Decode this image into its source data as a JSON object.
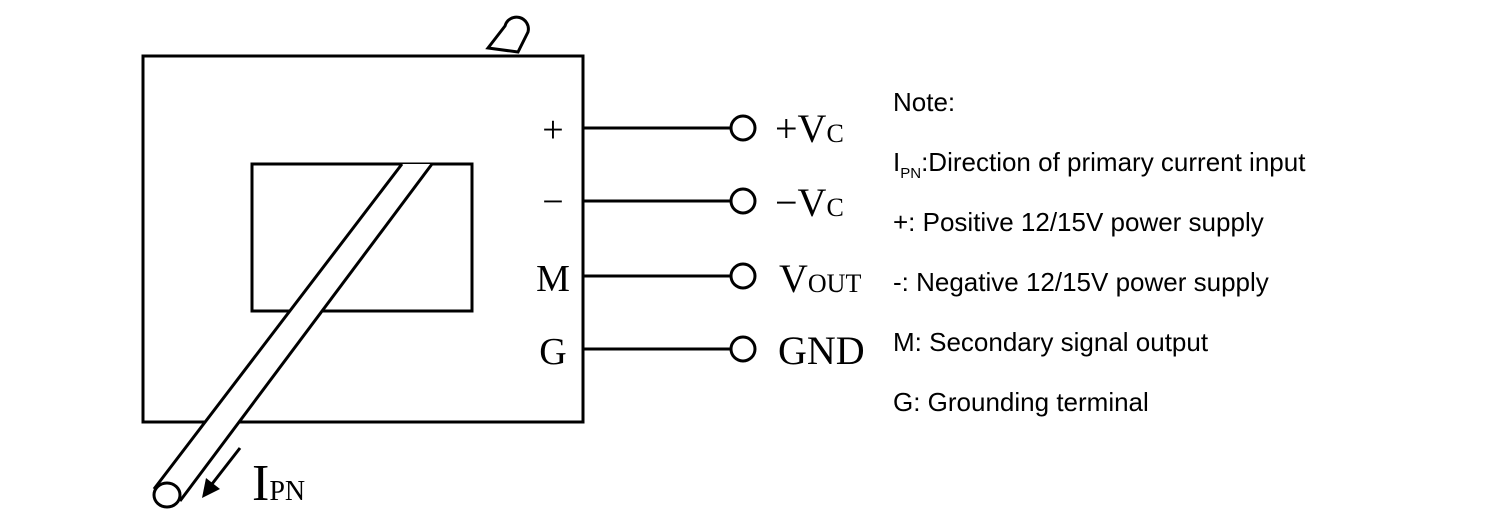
{
  "diagram": {
    "pins": [
      {
        "key": "plus",
        "label": "+",
        "signal": "+V",
        "signal_sub": "C"
      },
      {
        "key": "minus",
        "label": "−",
        "signal": "−V",
        "signal_sub": "C"
      },
      {
        "key": "m",
        "label": "M",
        "signal": "V",
        "signal_sub": "OUT"
      },
      {
        "key": "g",
        "label": "G",
        "signal": "GND",
        "signal_sub": ""
      }
    ],
    "current_label": "I",
    "current_sub": "PN"
  },
  "notes": {
    "title": "Note:",
    "ipn_symbol": "I",
    "ipn_sub": "PN",
    "ipn_text": ":Direction of primary current input",
    "plus": "+: Positive 12/15V power supply",
    "minus": "-: Negative 12/15V power supply",
    "m": "M: Secondary signal output",
    "g": "G: Grounding terminal"
  }
}
